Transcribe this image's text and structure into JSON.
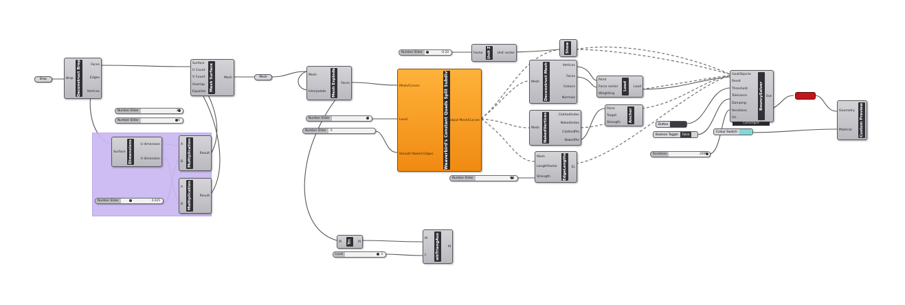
{
  "components": {
    "brep_param": {
      "label": "Brep"
    },
    "deconstruct_brep": {
      "title": "Deconstruct Brep",
      "inputs": [
        "Brep"
      ],
      "outputs": [
        "Faces",
        "Edges",
        "Vertices"
      ]
    },
    "dimensions": {
      "title": "Dimensions",
      "inputs": [
        "Surface"
      ],
      "outputs": [
        "U dimension",
        "V dimension"
      ]
    },
    "multiplication_1": {
      "title": "Multiplication",
      "inputs": [
        "A",
        "B"
      ],
      "outputs": [
        "Result"
      ]
    },
    "multiplication_2": {
      "title": "Multiplication",
      "inputs": [
        "A",
        "B"
      ],
      "outputs": [
        "Result"
      ]
    },
    "mesh_surface": {
      "title": "Mesh Surface",
      "inputs": [
        "Surface",
        "U Count",
        "V Count",
        "Overlap",
        "Equalize"
      ],
      "outputs": [
        "Mesh"
      ]
    },
    "mesh_param": {
      "label": "Mesh"
    },
    "mesh_explode": {
      "title": "Mesh Explode",
      "inputs": [
        "Mesh",
        "Interpolate"
      ],
      "outputs": [
        "Faces"
      ]
    },
    "weaverbird": {
      "title": "Weaverbird's Constant Quads Split Subdivision",
      "inputs": [
        "Mesh/Curves",
        "Level",
        "Smooth Naked Edges"
      ],
      "outputs": [
        "Output Mesh/Curves"
      ]
    },
    "tri": {
      "title": "Tri",
      "inputs": [
        "M"
      ],
      "outputs": [
        "M"
      ]
    },
    "wbtriangles": {
      "title": "wbTriangAux",
      "inputs": [
        "M",
        "L"
      ],
      "outputs": [
        "M"
      ]
    },
    "unitz": {
      "title": "Unit Z",
      "inputs": [
        "Factor"
      ],
      "outputs": [
        "Unit vector"
      ]
    },
    "show": {
      "title": "Show"
    },
    "deconstruct_mesh": {
      "title": "Deconstruct Mesh",
      "inputs": [
        "Mesh"
      ],
      "outputs": [
        "Vertices",
        "Faces",
        "Colours",
        "Normals"
      ]
    },
    "load": {
      "title": "Load",
      "inputs": [
        "Point",
        "Force vector",
        "Weighting"
      ],
      "outputs": [
        "Load"
      ]
    },
    "naked_vertices": {
      "title": "NakedVertices",
      "inputs": [
        "Mesh"
      ],
      "outputs": [
        "ClothedIndex",
        "NakedIndex",
        "ClothedPts",
        "NakedPts"
      ]
    },
    "anchor": {
      "title": "Anchor",
      "inputs": [
        "Point",
        "Target",
        "Strength"
      ]
    },
    "edge_lengths": {
      "title": "EdgeLengths",
      "inputs": [
        "Mesh",
        "LengthFactor",
        "Strength"
      ],
      "outputs": [
        "EL"
      ]
    },
    "bouncy_solver": {
      "title": "BouncySolver",
      "inputs": [
        "GoalObjects",
        "Reset",
        "Threshold",
        "Tolerance",
        "Damping",
        "Iterations",
        "On"
      ],
      "outputs": [
        "Out"
      ],
      "footer": "Converged"
    },
    "custom_preview": {
      "title": "Custom Preview",
      "inputs": [
        "Geometry",
        "Material"
      ]
    },
    "colour_swatch": {
      "label": "Colour Swatch"
    }
  },
  "sliders": [
    {
      "label": "Number Slider",
      "value": "30"
    },
    {
      "label": "Number Slider",
      "value": "6"
    },
    {
      "label": "Number Slider",
      "value": "0.025"
    },
    {
      "label": "Number Slider",
      "value": "4"
    },
    {
      "label": "Number Slider",
      "value": "0"
    },
    {
      "label": "Number Slider",
      "value": "-0.20"
    },
    {
      "label": "Number Slider",
      "value": "0.1"
    },
    {
      "label": "Level",
      "value": "3"
    },
    {
      "label": "Boolean Toggle",
      "value": "False"
    },
    {
      "label": "Button",
      "value": ""
    },
    {
      "label": "Iterations",
      "value": "2000"
    }
  ],
  "colors": {
    "background": "#ffffff",
    "group": "#c9b8f2",
    "component": "#c4c4c9",
    "title": "#303036",
    "orange": "#f7a12a",
    "wire": "#555555",
    "swatch": "#7fd8d8",
    "red_param": "#c0161a"
  }
}
